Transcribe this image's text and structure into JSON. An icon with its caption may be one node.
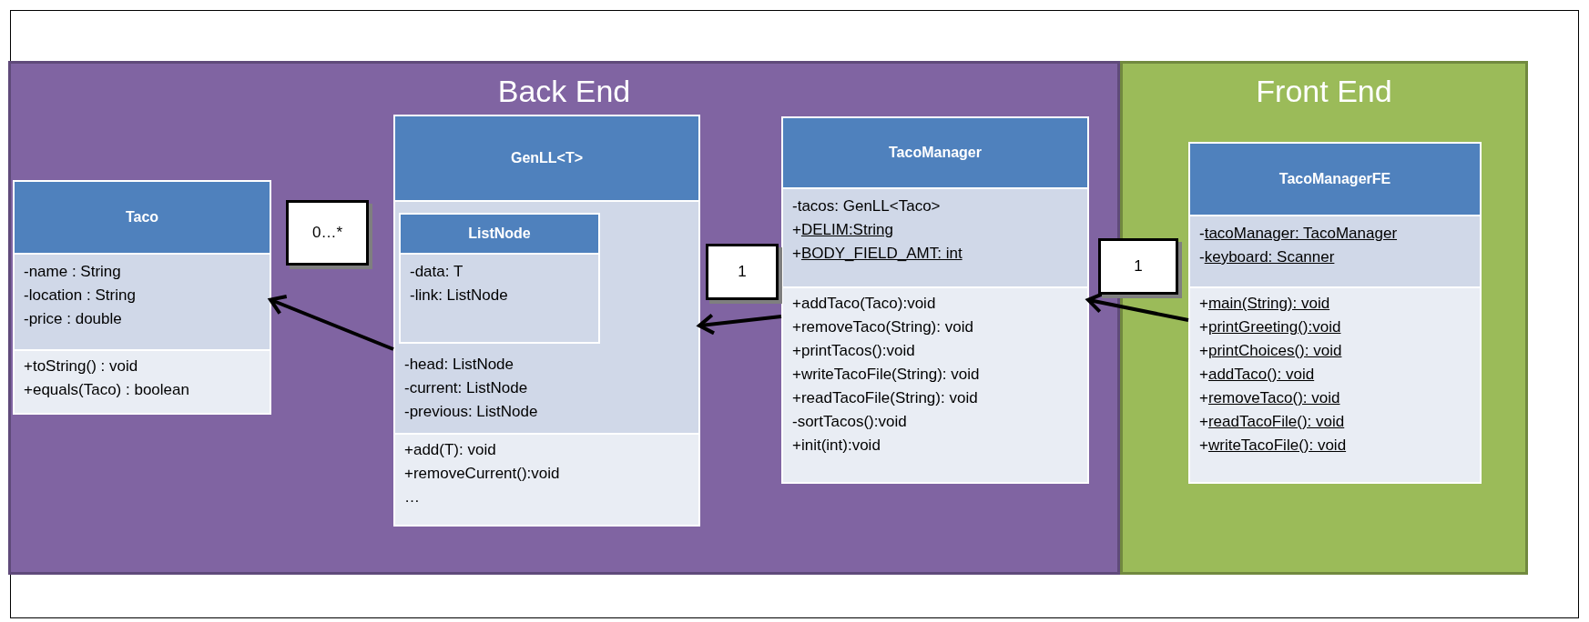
{
  "diagram": {
    "nodes": [
      {
        "text": [
          "Back End"
        ]
      },
      {
        "text": [
          "Front End"
        ]
      },
      {
        "text": [
          "Taco",
          "-name : String",
          "-location : String",
          "-price : double",
          "+toString() : void",
          "+equals(Taco) : boolean"
        ],
        "in": 0
      },
      {
        "text": [
          "GenLL<T>",
          "-head: ListNode",
          "-current: ListNode",
          "-previous: ListNode",
          "+add(T): void",
          "+removeCurrent():void",
          "…"
        ],
        "in": 0
      },
      {
        "text": [
          "ListNode",
          "-data: T",
          "-link: ListNode"
        ],
        "in": 3
      },
      {
        "text": [
          "TacoManager",
          "-tacos: GenLL<Taco>",
          "+DELIM:String",
          "+BODY_FIELD_AMT: int",
          "+addTaco(Taco):void",
          "+removeTaco(String): void",
          "+printTacos():void",
          "+writeTacoFile(String): void",
          "+readTacoFile(String): void",
          "-sortTacos():void",
          "+init(int):void"
        ],
        "in": 0
      },
      {
        "text": [
          "TacoManagerFE",
          "-tacoManager: TacoManager",
          "-keyboard: Scanner",
          "+main(String): void",
          "+printGreeting():void",
          "+printChoices(): void",
          "+addTaco(): void",
          "+removeTaco(): void",
          "+readTacoFile(): void",
          "+writeTacoFile(): void"
        ],
        "in": 1
      }
    ],
    "edges": [
      {
        "from": 3,
        "to": 2,
        "arrow": "to",
        "label": "0…*"
      },
      {
        "from": 5,
        "to": 3,
        "arrow": "to",
        "label": "1"
      },
      {
        "from": 6,
        "to": 5,
        "arrow": "to",
        "label": "1"
      }
    ]
  }
}
